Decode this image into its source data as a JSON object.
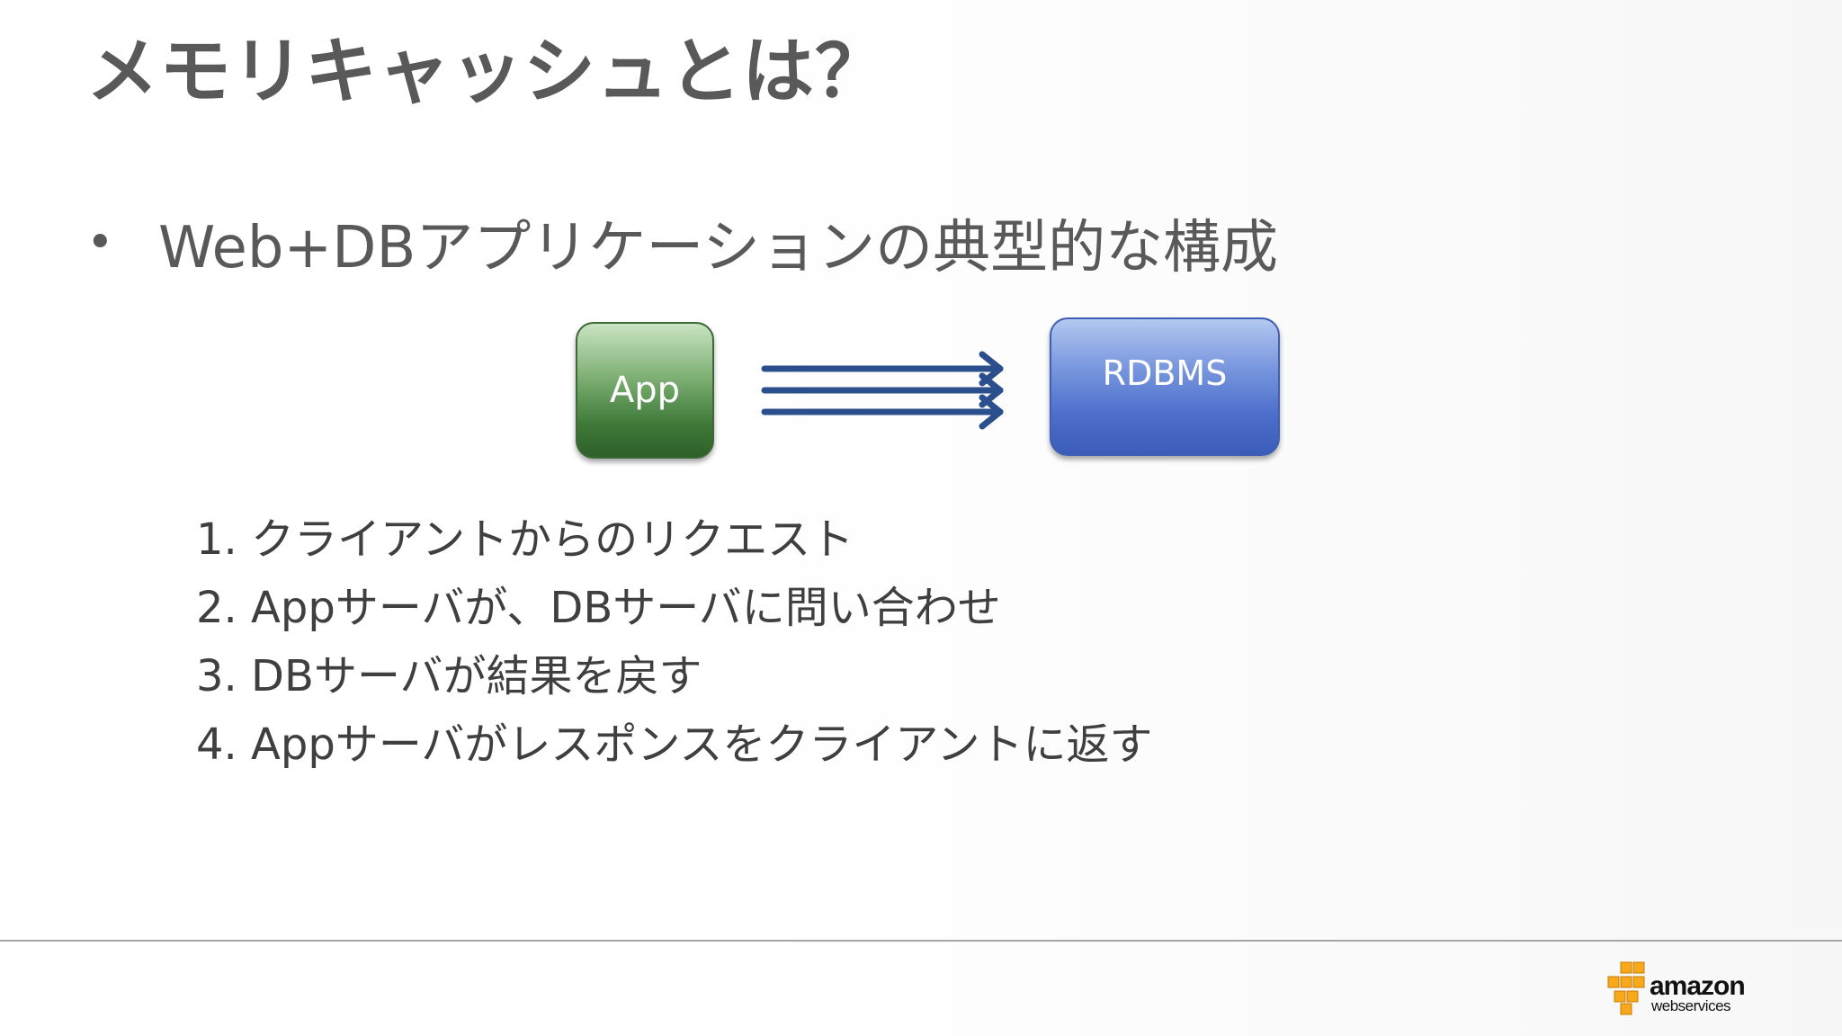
{
  "title": "メモリキャッシュとは？",
  "bullet": {
    "symbol": "•",
    "text": "Web+DBアプリケーションの典型的な構成"
  },
  "diagram": {
    "app_label": "App",
    "db_label": "RDBMS",
    "app_color": "#3f7a39",
    "db_color": "#4d6fcc",
    "arrow_color": "#2b4f8c",
    "arrow_count": 3
  },
  "steps": [
    "1. クライアントからのリクエスト",
    "2. Appサーバが、DBサーバに問い合わせ",
    "3. DBサーバが結果を戻す",
    "4. Appサーバがレスポンスをクライアントに返す"
  ],
  "logo": {
    "word": "amazon",
    "sub": "webservices",
    "cube_color": "#f7a81b"
  }
}
